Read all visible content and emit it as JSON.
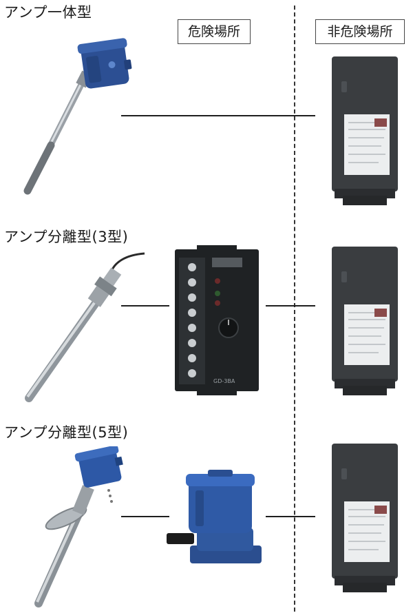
{
  "zones": {
    "hazardous": "危険場所",
    "non_hazardous": "非危険場所"
  },
  "sections": [
    {
      "title": "アンプ一体型"
    },
    {
      "title": "アンプ分離型(3型)"
    },
    {
      "title": "アンプ分離型(5型)"
    }
  ],
  "amplifier_label": "GD-3BA"
}
